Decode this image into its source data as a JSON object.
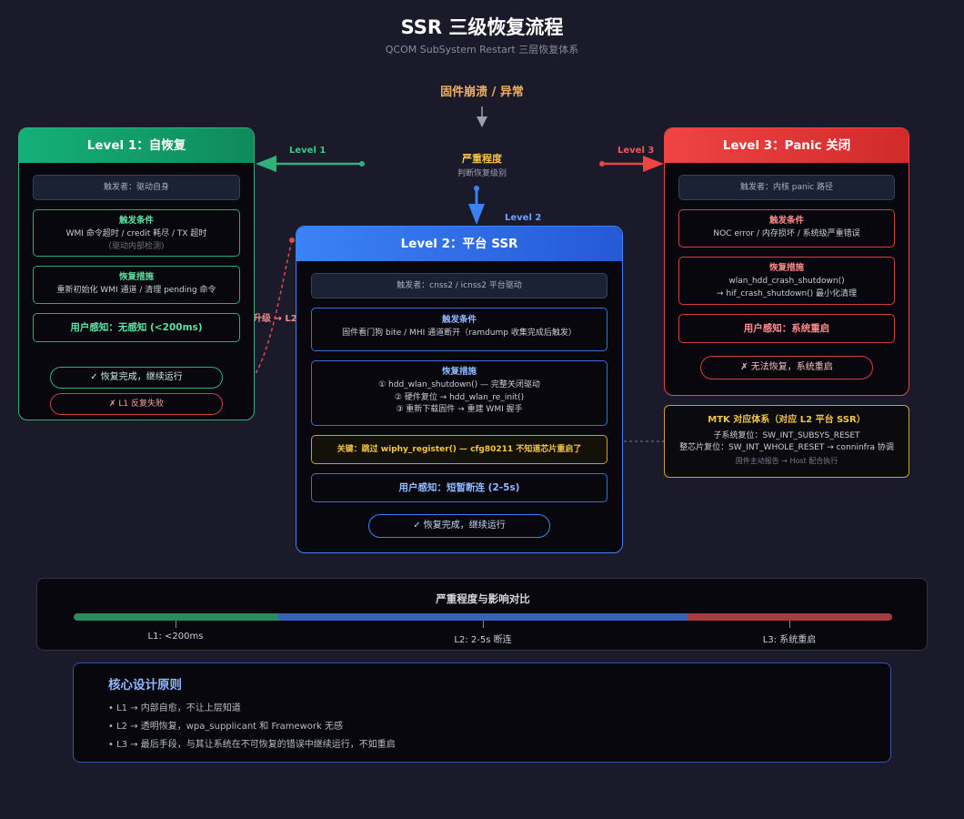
{
  "header": {
    "title": "SSR 三级恢复流程",
    "subtitle": "QCOM SubSystem Restart 三层恢复体系"
  },
  "flow": {
    "crash_label": "固件崩溃 / 异常",
    "severity_title": "严重程度",
    "severity_sub": "判断恢复级别",
    "edge_l1": "Level 1",
    "edge_l2": "Level 2",
    "edge_l3": "Level 3",
    "edge_escalate": "升级 → L2"
  },
  "level1": {
    "title": "Level 1：自恢复",
    "trigger": "触发者：驱动自身",
    "cond_title": "触发条件",
    "cond_line1": "WMI 命令超时 / credit 耗尽 / TX 超时",
    "cond_line2": "(驱动内部检测)",
    "action_title": "恢复措施",
    "action_line1": "重新初始化 WMI 通道 / 清理 pending 命令",
    "perception": "用户感知：无感知 (<200ms)",
    "success": "✓ 恢复完成，继续运行",
    "fail": "✗ L1 反复失败"
  },
  "level2": {
    "title": "Level 2：平台 SSR",
    "trigger": "触发者：cnss2 / icnss2 平台驱动",
    "cond_title": "触发条件",
    "cond_line1": "固件看门狗 bite / MHI 通道断开（ramdump 收集完成后触发）",
    "action_title": "恢复措施",
    "action_line1": "① hdd_wlan_shutdown() — 完整关闭驱动",
    "action_line2": "② 硬件复位 → hdd_wlan_re_init()",
    "action_line3": "③ 重新下载固件 → 重建 WMI 握手",
    "key": "关键：跳过 wiphy_register() — cfg80211 不知道芯片重启了",
    "perception": "用户感知：短暂断连 (2-5s)",
    "success": "✓ 恢复完成，继续运行"
  },
  "level3": {
    "title": "Level 3：Panic 关闭",
    "trigger": "触发者：内核 panic 路径",
    "cond_title": "触发条件",
    "cond_line1": "NOC error / 内存损坏 / 系统级严重错误",
    "action_title": "恢复措施",
    "action_line1": "wlan_hdd_crash_shutdown()",
    "action_line2": "→ hif_crash_shutdown() 最小化清理",
    "perception": "用户感知：系统重启",
    "fail": "✗ 无法恢复，系统重启"
  },
  "mtk": {
    "title": "MTK 对应体系（对应 L2 平台 SSR）",
    "line1": "子系统复位：SW_INT_SUBSYS_RESET",
    "line2": "整芯片复位：SW_INT_WHOLE_RESET → conninfra 协调",
    "footer": "固件主动报告 → Host 配合执行"
  },
  "severity": {
    "title": "严重程度与影响对比",
    "labels": [
      "L1: <200ms",
      "L2: 2-5s 断连",
      "L3: 系统重启"
    ],
    "colors": [
      "#2e8a5c",
      "#3a62b8",
      "#a83a40"
    ]
  },
  "principles": {
    "title": "核心设计原则",
    "items": [
      "• L1 → 内部自愈，不让上层知道",
      "• L2 → 透明恢复，wpa_supplicant 和 Framework 无感",
      "• L3 → 最后手段，与其让系统在不可恢复的错误中继续运行，不如重启"
    ]
  },
  "colors": {
    "green": "#14b07a",
    "blue": "#3b82f6",
    "red": "#ef4444",
    "gold": "#f5c542"
  }
}
